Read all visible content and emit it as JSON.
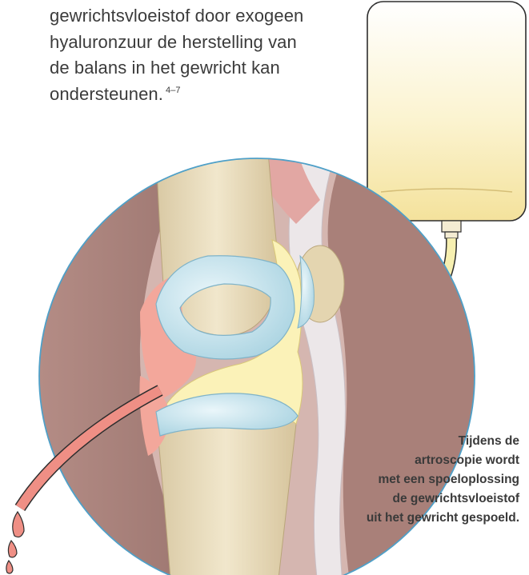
{
  "intro": {
    "lines": [
      "gewrichtsvloeistof door exogeen",
      "hyaluronzuur de herstelling van",
      "de balans in het gewricht kan",
      "ondersteunen."
    ],
    "reference": "4–7"
  },
  "caption": {
    "lines": [
      "Tijdens de",
      "artroscopie wordt",
      "met een spoeloplossing",
      "de gewrichtsvloeistof",
      "uit het gewricht gespoeld."
    ]
  },
  "colors": {
    "circle_outline": "#4fa0c8",
    "bag_fill_top": "#ffffff",
    "bag_fill_bottom": "#f6e7a3",
    "tube_yellow": "#f6efb0",
    "tube_red": "#ef8f85",
    "cartilage_blue": "#bfe0ea",
    "synovial_yellow": "#fbf2b8",
    "synovial_red": "#f3a79b",
    "bone": "#e9dcbc",
    "skin": "#a77f78"
  }
}
